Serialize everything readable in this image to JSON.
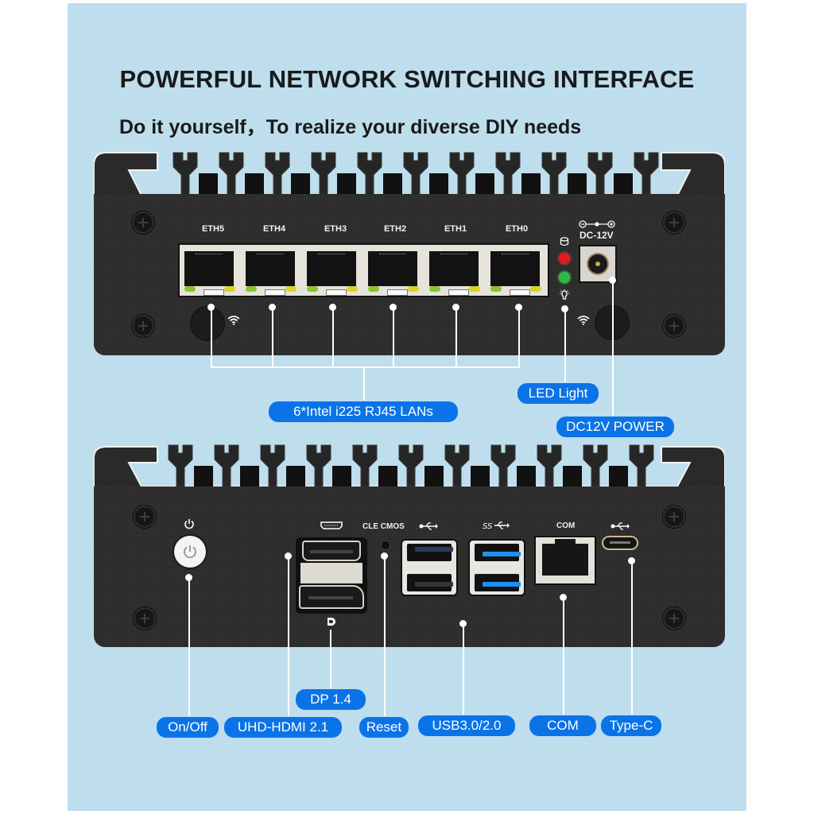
{
  "header": {
    "title": "POWERFUL NETWORK SWITCHING INTERFACE",
    "subtitle": "Do it yourself，To realize your diverse DIY needs"
  },
  "front_panel": {
    "ports": [
      {
        "label": "ETH5"
      },
      {
        "label": "ETH4"
      },
      {
        "label": "ETH3"
      },
      {
        "label": "ETH2"
      },
      {
        "label": "ETH1"
      },
      {
        "label": "ETH0"
      }
    ],
    "power_jack_label": "DC-12V",
    "led_indicators": [
      {
        "icon": "disk-icon",
        "color": "#e0191d"
      },
      {
        "icon": "bulb-icon",
        "color": "#2fb844"
      }
    ],
    "callouts": {
      "lan": "6*Intel i225 RJ45 LANs",
      "led": "LED Light",
      "power": "DC12V POWER"
    }
  },
  "rear_panel": {
    "port_labels": {
      "clear_cmos": "CLE CMOS",
      "com": "COM"
    },
    "icons": [
      "power-icon",
      "hdmi-icon",
      "displayport-icon",
      "usb-icon",
      "usb3-ss-icon",
      "usb-c-icon"
    ],
    "callouts": {
      "power": "On/Off",
      "hdmi": "UHD-HDMI 2.1",
      "dp": "DP 1.4",
      "reset": "Reset",
      "usb": "USB3.0/2.0",
      "com": "COM",
      "typec": "Type-C"
    }
  },
  "colors": {
    "background": "#bfdeed",
    "callout": "#0b73e8",
    "chassis": "#2a2a2a",
    "usb3_blue": "#1f8ff0"
  }
}
